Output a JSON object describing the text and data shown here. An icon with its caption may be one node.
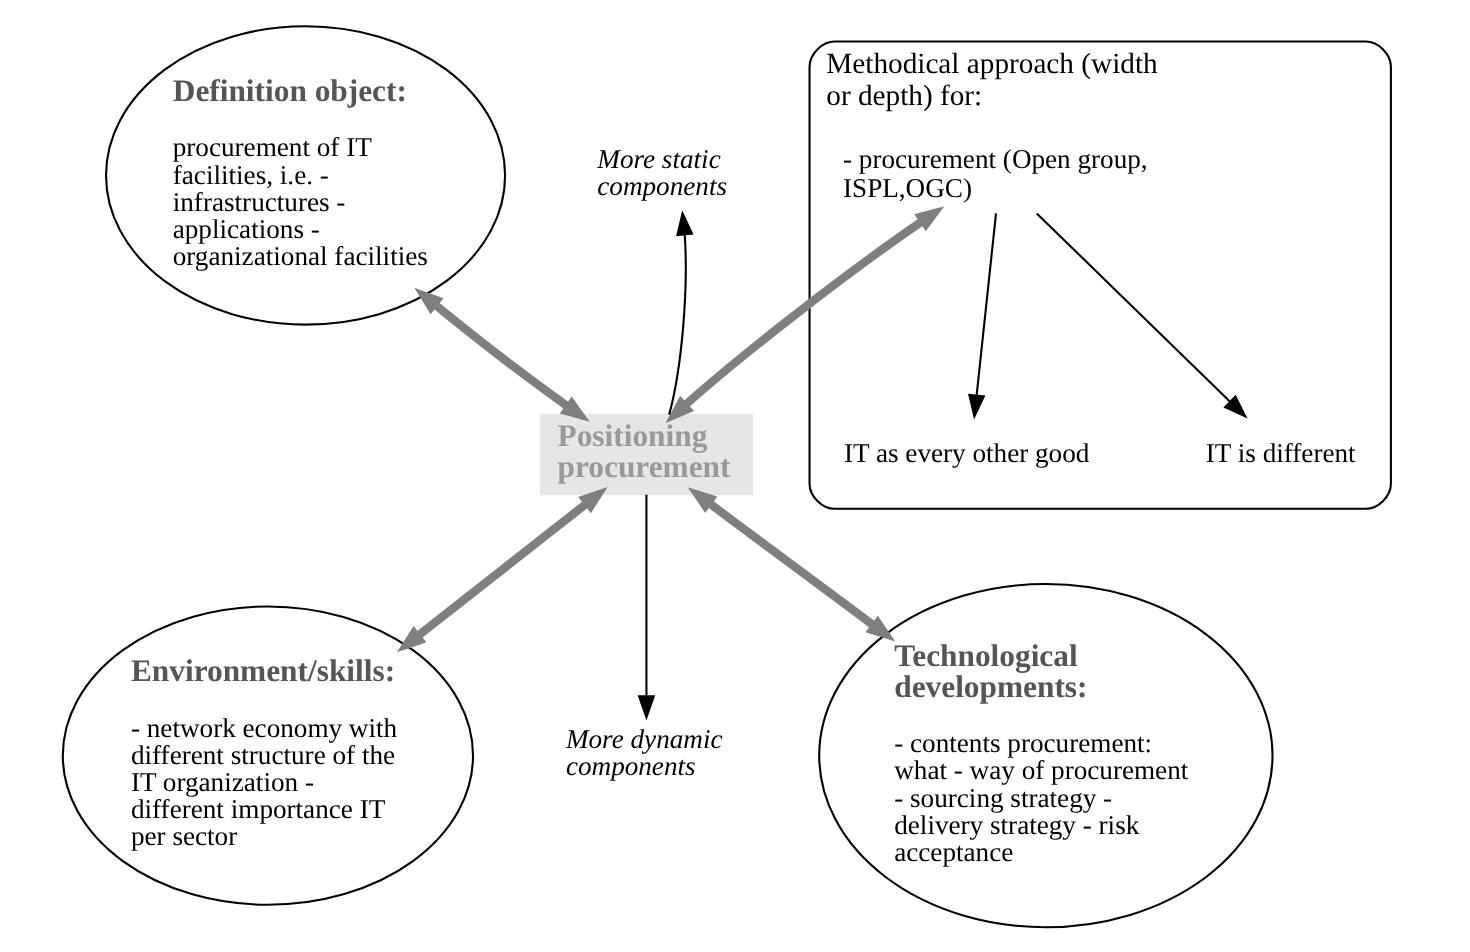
{
  "diagram": {
    "nodes": [
      {
        "text": [
          "Definition object:",
          "procurement of IT facilities, i.e. - infrastructures - applications - organizational facilities"
        ]
      },
      {
        "text": [
          "More static components"
        ]
      },
      {
        "text": [
          "Methodical approach (width or depth) for:"
        ]
      },
      {
        "text": [
          "- procurement (Open group, ISPL,OGC)"
        ],
        "in": 2
      },
      {
        "text": [
          "IT as every other good"
        ],
        "in": 2
      },
      {
        "text": [
          "IT is different"
        ],
        "in": 2
      },
      {
        "text": [
          "Positioning procurement"
        ]
      },
      {
        "text": [
          "Environment/skills:",
          "- network economy with different structure of the IT organization - different importance IT per sector"
        ]
      },
      {
        "text": [
          "Technological developments:",
          "- contents procurement: what - way of procurement - sourcing strategy - delivery strategy - risk acceptance"
        ]
      },
      {
        "text": [
          "More dynamic components"
        ]
      }
    ],
    "edges": [
      {
        "from": 0,
        "to": 6,
        "arrow": "both",
        "style": "thick",
        "color": "#7f7f7f"
      },
      {
        "from": 6,
        "to": 1,
        "arrow": "to",
        "color": "#000000"
      },
      {
        "from": 3,
        "to": 6,
        "arrow": "both",
        "style": "thick",
        "color": "#7f7f7f"
      },
      {
        "from": 3,
        "to": 4,
        "arrow": "to",
        "color": "#000000"
      },
      {
        "from": 3,
        "to": 5,
        "arrow": "to",
        "color": "#000000"
      },
      {
        "from": 6,
        "to": 7,
        "arrow": "both",
        "style": "thick",
        "color": "#7f7f7f"
      },
      {
        "from": 6,
        "to": 8,
        "arrow": "both",
        "style": "thick",
        "color": "#7f7f7f"
      },
      {
        "from": 6,
        "to": 9,
        "arrow": "to",
        "color": "#000000"
      }
    ]
  }
}
